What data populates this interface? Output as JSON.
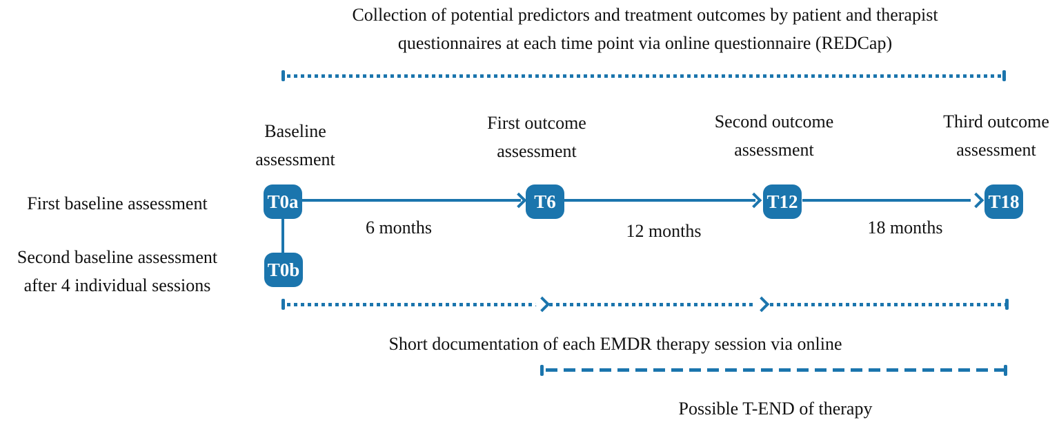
{
  "colors": {
    "accent": "#1b75ad",
    "text": "#111111",
    "background": "#ffffff",
    "node_text": "#ffffff"
  },
  "header": {
    "line1": "Collection of potential predictors and treatment outcomes by patient and therapist",
    "line2": "questionnaires at each time point via online questionnaire (REDCap)"
  },
  "left_labels": {
    "first_baseline": "First baseline assessment",
    "second_baseline_line1": "Second baseline assessment",
    "second_baseline_line2": "after 4 individual sessions"
  },
  "assessment_labels": [
    {
      "line1": "Baseline",
      "line2": "assessment"
    },
    {
      "line1": "First outcome",
      "line2": "assessment"
    },
    {
      "line1": "Second outcome",
      "line2": "assessment"
    },
    {
      "line1": "Third outcome",
      "line2": "assessment"
    }
  ],
  "timeline": {
    "nodes": [
      "T0a",
      "T6",
      "T12",
      "T18"
    ],
    "baseline_node": "T0b",
    "intervals": [
      "6 months",
      "12 months",
      "18 months"
    ]
  },
  "annotations": {
    "session_docs": "Short documentation of each EMDR therapy session via online",
    "t_end": "Possible T-END of therapy"
  }
}
